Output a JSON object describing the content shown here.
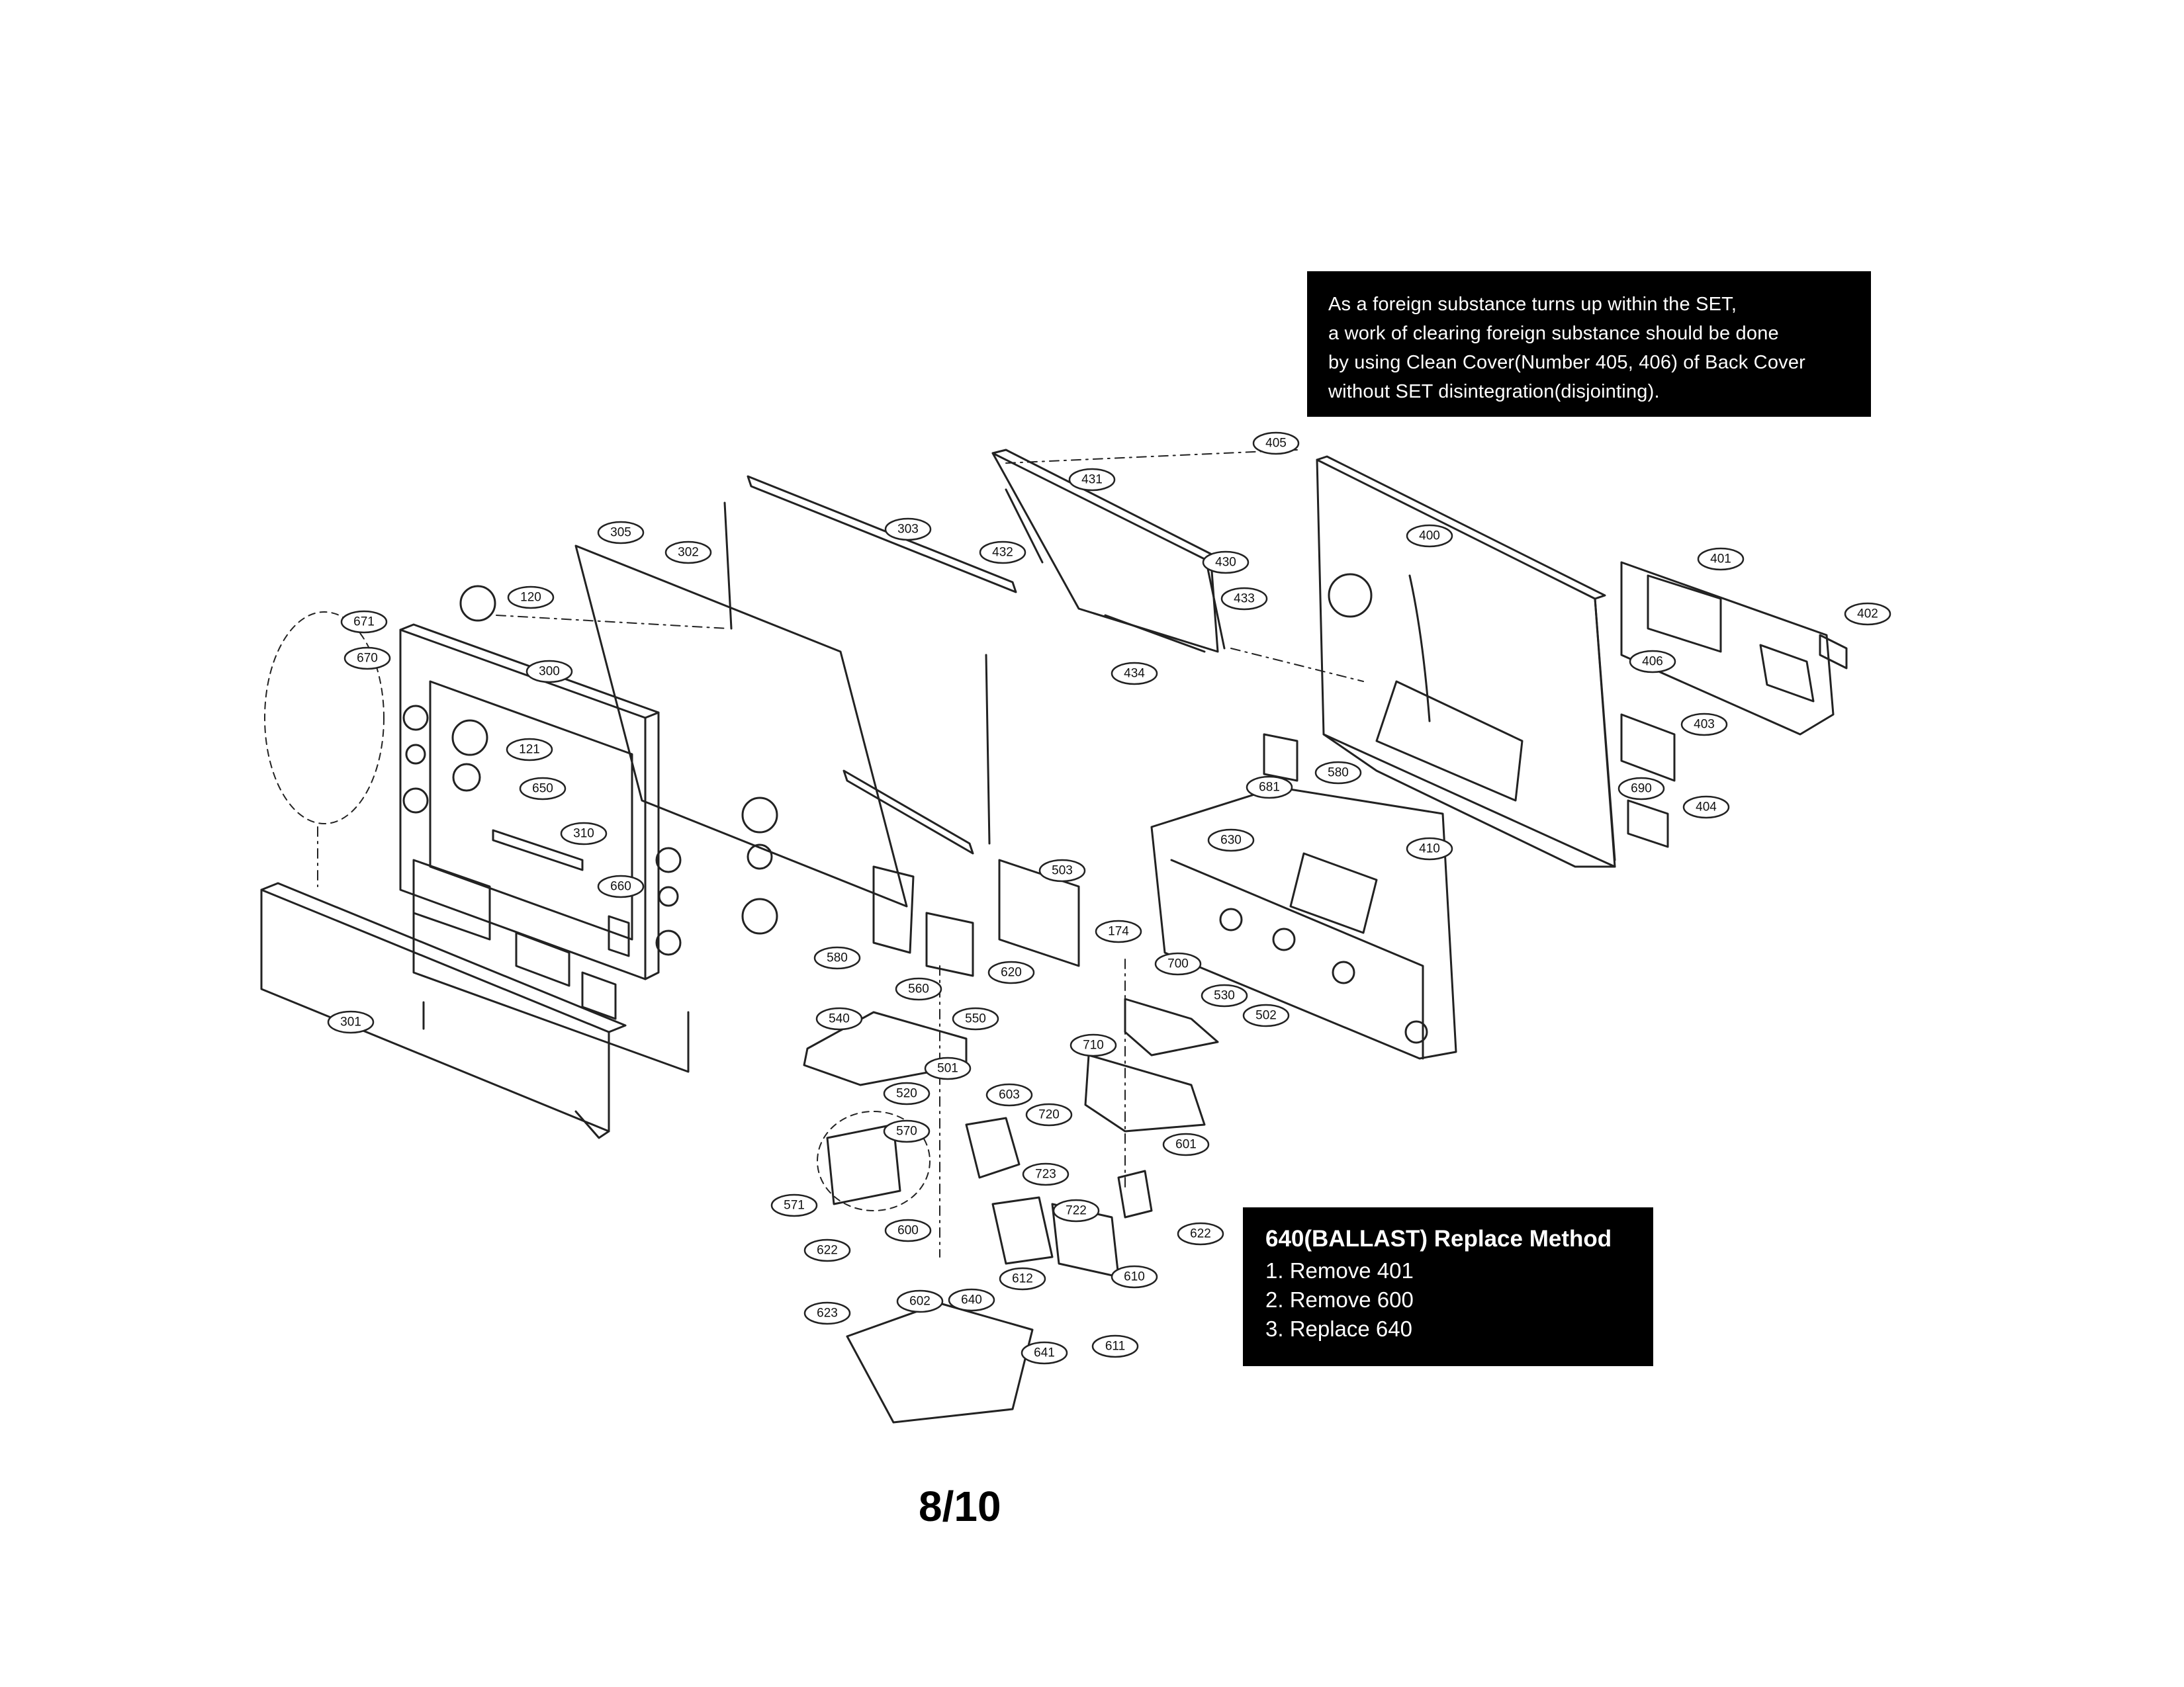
{
  "notes": {
    "foreign_substance": {
      "lines": [
        "As a foreign substance turns up within the SET,",
        "a work of clearing foreign substance should be done",
        "by using Clean Cover(Number 405, 406) of Back Cover",
        "without SET disintegration(disjointing)."
      ]
    },
    "ballast": {
      "title": "640(BALLAST) Replace Method",
      "steps": [
        "1. Remove 401",
        "2. Remove 600",
        "3. Replace 640"
      ]
    }
  },
  "page_number": "8/10",
  "callouts": [
    "405",
    "431",
    "303",
    "305",
    "302",
    "432",
    "430",
    "433",
    "400",
    "401",
    "402",
    "120",
    "671",
    "670",
    "300",
    "121",
    "434",
    "406",
    "403",
    "650",
    "310",
    "681",
    "580",
    "690",
    "404",
    "630",
    "410",
    "660",
    "503",
    "174",
    "580",
    "700",
    "620",
    "560",
    "540",
    "550",
    "301",
    "530",
    "502",
    "710",
    "501",
    "520",
    "603",
    "720",
    "570",
    "723",
    "601",
    "571",
    "722",
    "600",
    "622",
    "622",
    "612",
    "610",
    "640",
    "602",
    "623",
    "641",
    "611"
  ],
  "colors": {
    "ink": "#111111",
    "note_background": "#000000",
    "note_text": "#ffffff"
  }
}
